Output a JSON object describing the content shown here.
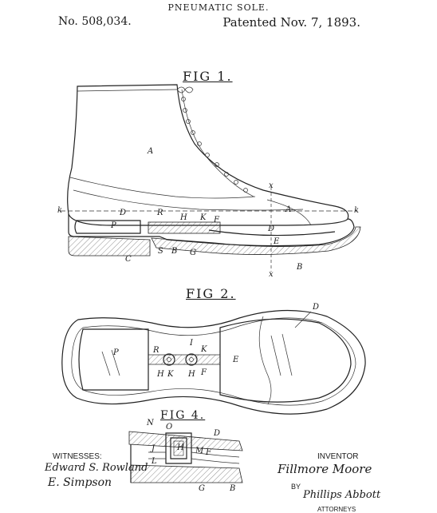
{
  "header": {
    "title": "PNEUMATIC SOLE.",
    "patent_number": "No. 508,034.",
    "patent_date": "Patented Nov. 7, 1893."
  },
  "figures": {
    "fig1_label": "FIG 1.",
    "fig2_label": "FIG 2.",
    "fig4_label": "FIG 4."
  },
  "fig1_labels": {
    "A": "A",
    "D": "D",
    "D2": "D",
    "P": "P",
    "R": "R",
    "H": "H",
    "K": "K",
    "F": "F",
    "E": "E",
    "C": "C",
    "S": "S",
    "B": "B",
    "G": "G",
    "B2": "B",
    "x": "x",
    "x2": "x",
    "k": "k",
    "k2": "k",
    "A2": "A"
  },
  "fig2_labels": {
    "D": "D",
    "P": "P",
    "R": "R",
    "I": "I",
    "K": "K",
    "E": "E",
    "H": "H",
    "K2": "K",
    "H2": "H",
    "F": "F"
  },
  "fig4_labels": {
    "N": "N",
    "O": "O",
    "D": "D",
    "J": "J",
    "H": "H",
    "M": "M",
    "F": "F",
    "L": "L",
    "G": "G",
    "B": "B"
  },
  "footer": {
    "witnesses_label": "WITNESSES:",
    "witness1": "Edward S. Rowland",
    "witness2": "E. Simpson",
    "inventor_label": "INVENTOR",
    "inventor_name": "Fillmore Moore",
    "by_label": "BY",
    "attorney_name": "Phillips Abbott",
    "attorneys_label": "ATTORNEYS"
  }
}
